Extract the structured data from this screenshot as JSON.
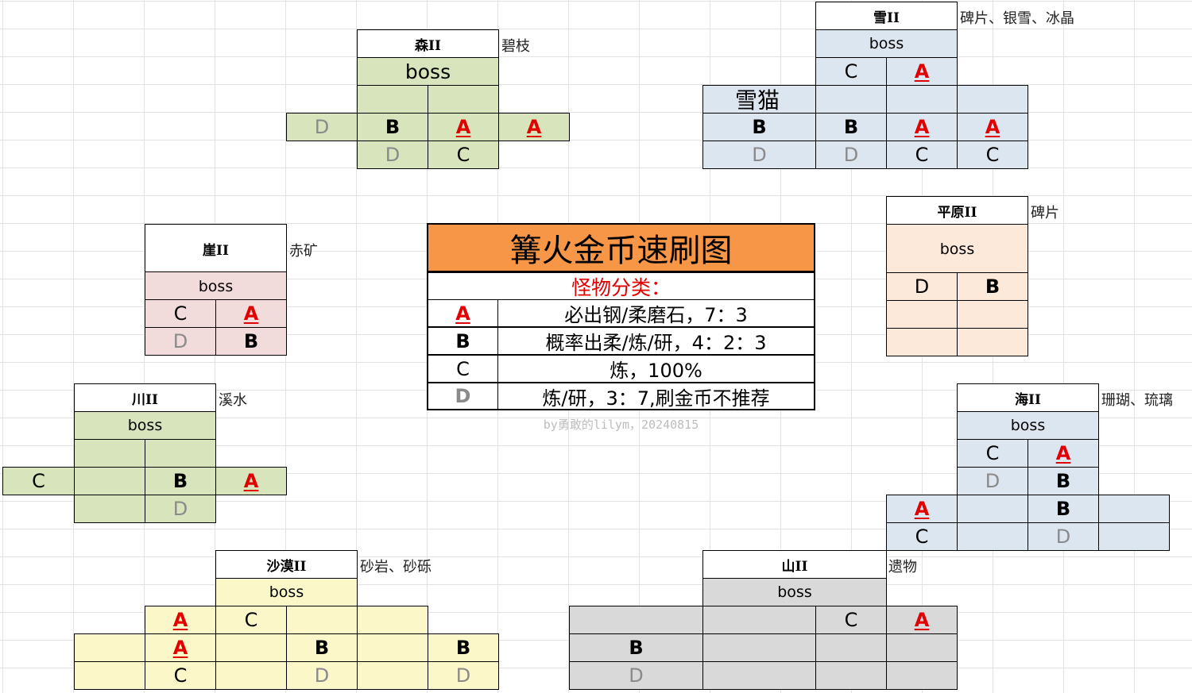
{
  "colors": {
    "forest": "#d7e4bc",
    "snow": "#dce6f1",
    "plains": "#fde9d9",
    "cliff": "#f2dcdb",
    "river": "#d8e4bc",
    "sea": "#dce6f1",
    "desert": "#fcf7c8",
    "mountain": "#d9d9d9",
    "legend_header": "#f79646",
    "type_A": "#e00000",
    "type_D": "#8a8a8a"
  },
  "legend": {
    "title": "篝火金币速刷图",
    "subtitle": "怪物分类：",
    "rows": [
      {
        "key": "A",
        "desc": "必出钢/柔磨石，7：3"
      },
      {
        "key": "B",
        "desc": "概率出柔/炼/研，4：2：3"
      },
      {
        "key": "C",
        "desc": "炼，100%"
      },
      {
        "key": "D",
        "desc": "炼/研，3：7,刷金币不推荐"
      }
    ],
    "credit": "by勇敢的lilym，20240815"
  },
  "maps": [
    {
      "id": "forest",
      "title": "森II",
      "note": "碧枝",
      "cells": [
        {
          "t": "森II",
          "k": "title"
        },
        {
          "t": "boss",
          "k": "boss-lg"
        },
        {
          "t": "",
          "k": "empty"
        },
        {
          "t": "",
          "k": "empty"
        },
        {
          "t": "D",
          "k": "D"
        },
        {
          "t": "B",
          "k": "B"
        },
        {
          "t": "A",
          "k": "A"
        },
        {
          "t": "A",
          "k": "A"
        },
        {
          "t": "D",
          "k": "D"
        },
        {
          "t": "C",
          "k": "C"
        }
      ]
    },
    {
      "id": "snow",
      "title": "雪II",
      "note": "碑片、银雪、冰晶",
      "cells": [
        {
          "t": "雪II",
          "k": "title"
        },
        {
          "t": "boss",
          "k": "boss"
        },
        {
          "t": "C",
          "k": "C"
        },
        {
          "t": "A",
          "k": "A"
        },
        {
          "t": "雪猫",
          "k": "cat"
        },
        {
          "t": "",
          "k": "empty"
        },
        {
          "t": "",
          "k": "empty"
        },
        {
          "t": "",
          "k": "empty"
        },
        {
          "t": "B",
          "k": "B"
        },
        {
          "t": "B",
          "k": "B"
        },
        {
          "t": "A",
          "k": "A"
        },
        {
          "t": "A",
          "k": "A"
        },
        {
          "t": "D",
          "k": "D"
        },
        {
          "t": "D",
          "k": "D"
        },
        {
          "t": "C",
          "k": "C"
        },
        {
          "t": "C",
          "k": "C"
        }
      ]
    },
    {
      "id": "plains",
      "title": "平原II",
      "note": "碑片",
      "cells": [
        {
          "t": "平原II",
          "k": "title"
        },
        {
          "t": "boss",
          "k": "boss"
        },
        {
          "t": "D",
          "k": "C"
        },
        {
          "t": "B",
          "k": "B"
        },
        {
          "t": "",
          "k": "empty"
        },
        {
          "t": "",
          "k": "empty"
        },
        {
          "t": "",
          "k": "empty"
        },
        {
          "t": "",
          "k": "empty"
        }
      ]
    },
    {
      "id": "cliff",
      "title": "崖II",
      "note": "赤矿",
      "cells": [
        {
          "t": "崖II",
          "k": "title"
        },
        {
          "t": "boss",
          "k": "boss"
        },
        {
          "t": "C",
          "k": "C"
        },
        {
          "t": "A",
          "k": "A"
        },
        {
          "t": "D",
          "k": "D"
        },
        {
          "t": "B",
          "k": "B"
        }
      ]
    },
    {
      "id": "river",
      "title": "川II",
      "note": "溪水",
      "cells": [
        {
          "t": "川II",
          "k": "title"
        },
        {
          "t": "boss",
          "k": "boss"
        },
        {
          "t": "",
          "k": "empty"
        },
        {
          "t": "",
          "k": "empty"
        },
        {
          "t": "C",
          "k": "C"
        },
        {
          "t": "",
          "k": "empty"
        },
        {
          "t": "B",
          "k": "B"
        },
        {
          "t": "A",
          "k": "A"
        },
        {
          "t": "",
          "k": "empty"
        },
        {
          "t": "D",
          "k": "D"
        }
      ]
    },
    {
      "id": "sea",
      "title": "海II",
      "note": "珊瑚、琉璃",
      "cells": [
        {
          "t": "海II",
          "k": "title"
        },
        {
          "t": "boss",
          "k": "boss"
        },
        {
          "t": "C",
          "k": "C"
        },
        {
          "t": "A",
          "k": "A"
        },
        {
          "t": "D",
          "k": "D"
        },
        {
          "t": "B",
          "k": "B"
        },
        {
          "t": "A",
          "k": "A"
        },
        {
          "t": "",
          "k": "empty"
        },
        {
          "t": "B",
          "k": "B"
        },
        {
          "t": "",
          "k": "empty"
        },
        {
          "t": "C",
          "k": "C"
        },
        {
          "t": "",
          "k": "empty"
        },
        {
          "t": "D",
          "k": "D"
        },
        {
          "t": "",
          "k": "empty"
        }
      ]
    },
    {
      "id": "desert",
      "title": "沙漠II",
      "note": "砂岩、砂砾",
      "cells": [
        {
          "t": "沙漠II",
          "k": "title"
        },
        {
          "t": "boss",
          "k": "boss"
        },
        {
          "t": "A",
          "k": "A"
        },
        {
          "t": "C",
          "k": "C"
        },
        {
          "t": "",
          "k": "empty"
        },
        {
          "t": "",
          "k": "empty"
        },
        {
          "t": "",
          "k": "empty"
        },
        {
          "t": "A",
          "k": "A"
        },
        {
          "t": "",
          "k": "empty"
        },
        {
          "t": "B",
          "k": "B"
        },
        {
          "t": "",
          "k": "empty"
        },
        {
          "t": "B",
          "k": "B"
        },
        {
          "t": "",
          "k": "empty"
        },
        {
          "t": "C",
          "k": "C"
        },
        {
          "t": "",
          "k": "empty"
        },
        {
          "t": "D",
          "k": "D"
        },
        {
          "t": "",
          "k": "empty"
        },
        {
          "t": "D",
          "k": "D"
        }
      ]
    },
    {
      "id": "mountain",
      "title": "山II",
      "note": "遗物",
      "cells": [
        {
          "t": "山II",
          "k": "title"
        },
        {
          "t": "boss",
          "k": "boss"
        },
        {
          "t": "",
          "k": "empty"
        },
        {
          "t": "",
          "k": "empty"
        },
        {
          "t": "",
          "k": "empty"
        },
        {
          "t": "C",
          "k": "C"
        },
        {
          "t": "A",
          "k": "A"
        },
        {
          "t": "B",
          "k": "B"
        },
        {
          "t": "",
          "k": "empty"
        },
        {
          "t": "",
          "k": "empty"
        },
        {
          "t": "",
          "k": "empty"
        },
        {
          "t": "D",
          "k": "D"
        },
        {
          "t": "",
          "k": "empty"
        },
        {
          "t": "",
          "k": "empty"
        },
        {
          "t": "",
          "k": "empty"
        }
      ]
    }
  ]
}
